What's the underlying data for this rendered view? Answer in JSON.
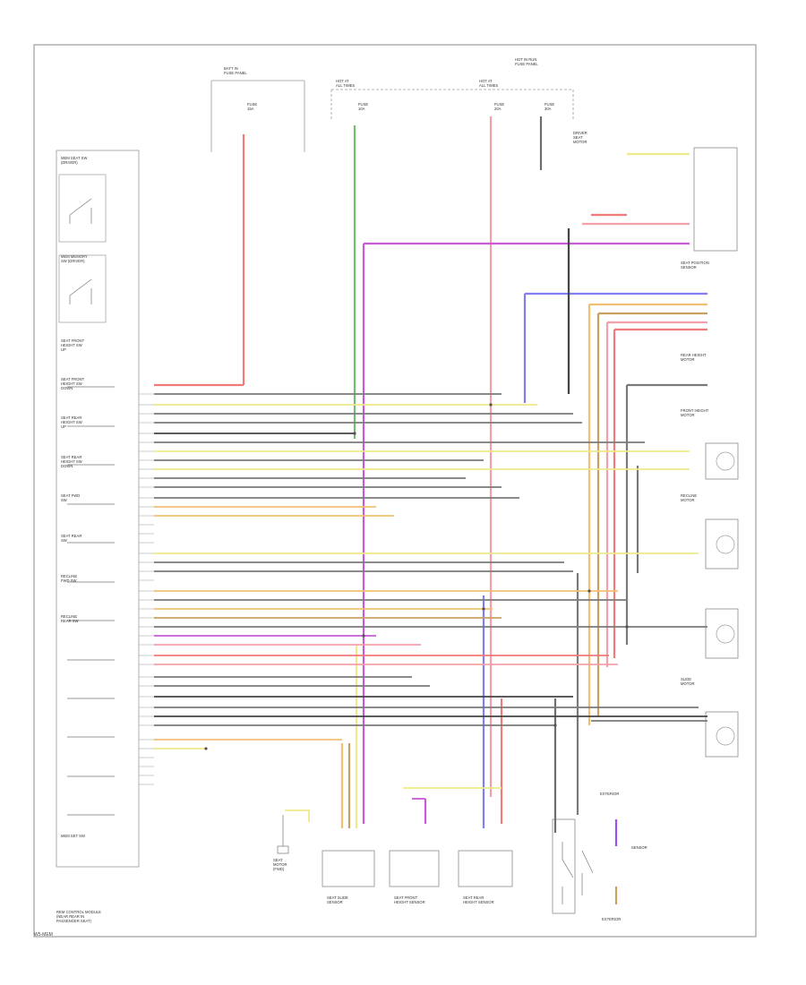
{
  "footer": "W5-MEM",
  "left_module_label": [
    "REM CONTROL MODULE",
    "(NEAR REAR IN",
    "PASSENGER SEAT)"
  ],
  "switches": [
    {
      "lines": [
        "MEM SEAT SW",
        "(DRIVER)"
      ]
    },
    {
      "lines": [
        "MEM MEMORY",
        "SW (DRIVER)"
      ]
    },
    {
      "lines": [
        "SEAT FRONT",
        "HEIGHT SW",
        "UP"
      ]
    },
    {
      "lines": [
        "SEAT FRONT",
        "HEIGHT SW",
        "DOWN"
      ]
    },
    {
      "lines": [
        "SEAT REAR",
        "HEIGHT SW",
        "UP"
      ]
    },
    {
      "lines": [
        "SEAT REAR",
        "HEIGHT SW",
        "DOWN"
      ]
    },
    {
      "lines": [
        "SEAT FWD",
        "SW"
      ]
    },
    {
      "lines": [
        "SEAT REAR",
        "SW"
      ]
    },
    {
      "lines": [
        "RECLINE",
        "FWD SW"
      ]
    },
    {
      "lines": [
        "RECLINE",
        "REAR SW"
      ]
    },
    {
      "lines": [
        "MEM SET SW"
      ]
    }
  ],
  "top_labels": [
    {
      "lines": [
        "BATT IN",
        "FUSE PANEL"
      ]
    },
    {
      "lines": [
        "HOT AT",
        "ALL TIMES"
      ]
    },
    {
      "lines": [
        "HOT AT",
        "ALL TIMES"
      ]
    },
    {
      "lines": [
        "HOT IN RUN",
        "FUSE PANEL"
      ]
    }
  ],
  "fuses": [
    {
      "lines": [
        "FUSE",
        "15A"
      ]
    },
    {
      "lines": [
        "FUSE",
        "10A"
      ]
    },
    {
      "lines": [
        "FUSE",
        "20A"
      ]
    },
    {
      "lines": [
        "FUSE",
        "30A"
      ]
    }
  ],
  "right_components": [
    {
      "lines": [
        "DRIVER",
        "SEAT",
        "MOTOR"
      ]
    },
    {
      "lines": [
        "SEAT POSITION",
        "SENSOR"
      ]
    },
    {
      "lines": [
        "REAR HEIGHT",
        "MOTOR"
      ]
    },
    {
      "lines": [
        "FRONT HEIGHT",
        "MOTOR"
      ]
    },
    {
      "lines": [
        "RECLINE",
        "MOTOR"
      ]
    },
    {
      "lines": [
        "SLIDE",
        "MOTOR"
      ]
    }
  ],
  "bottom_components": [
    {
      "lines": [
        "SEAT",
        "MOTOR",
        "(FWD)"
      ]
    },
    {
      "lines": [
        "SEAT SLIDE",
        "SENSOR"
      ]
    },
    {
      "lines": [
        "SEAT FRONT",
        "HEIGHT SENSOR"
      ]
    },
    {
      "lines": [
        "SEAT REAR",
        "HEIGHT SENSOR"
      ]
    }
  ],
  "bottom_right": {
    "top": "EXTERIOR",
    "side": "SENSOR",
    "bottom": "EXTERIOR"
  },
  "colors": {
    "red": "#f07a7a",
    "green": "#6fbf6f",
    "pink": "#f4a0a8",
    "magenta": "#c85ad8",
    "blue": "#7f7ff0",
    "yellow": "#eeea8a",
    "orange": "#f0c070",
    "tan": "#c8a060",
    "gray": "#808080",
    "dark": "#333333",
    "violet": "#a050f0"
  }
}
